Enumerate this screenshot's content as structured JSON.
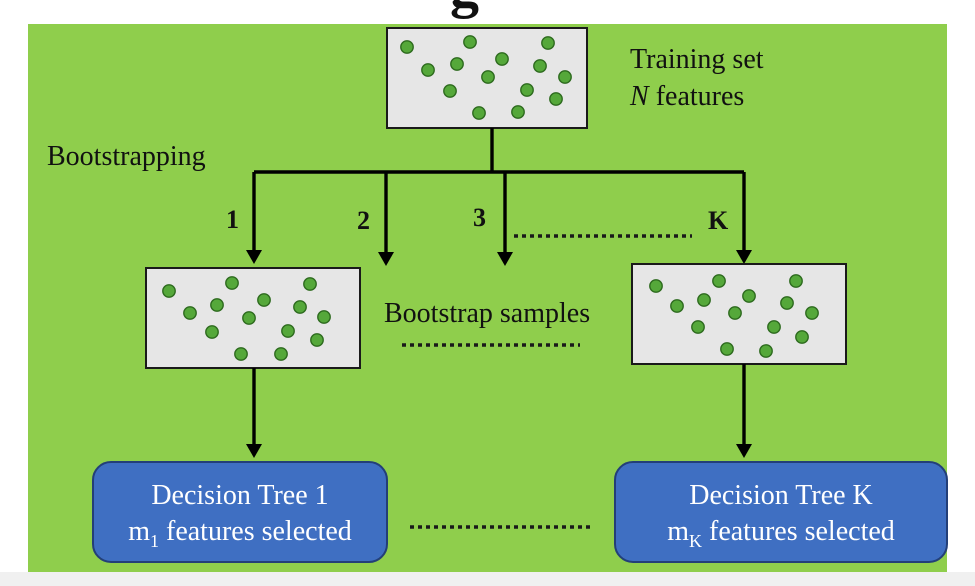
{
  "title_fragment": "g",
  "training_set": {
    "line1": "Training set",
    "line2_italic": "N",
    "line2_rest": " features"
  },
  "bootstrapping_label": "Bootstrapping",
  "branch_labels": [
    "1",
    "2",
    "3",
    "K"
  ],
  "bootstrap_samples_label": "Bootstrap samples",
  "trees": [
    {
      "title": "Decision Tree 1",
      "m_base": "m",
      "m_sub": "1",
      "rest": " features selected"
    },
    {
      "title": "Decision Tree K",
      "m_base": "m",
      "m_sub": "K",
      "rest": " features selected"
    }
  ],
  "colors": {
    "panel": "#8fce4c",
    "box": "#e6e6e6",
    "dot": "#55a83a",
    "tree_box": "#3f6fc2"
  }
}
